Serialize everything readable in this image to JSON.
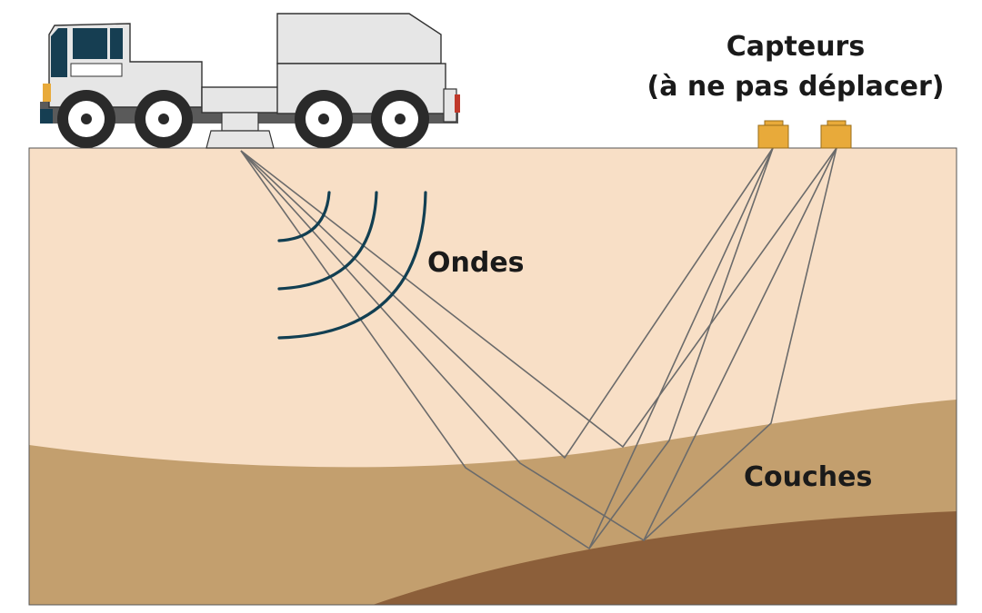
{
  "labels": {
    "sensors_line1": "Capteurs",
    "sensors_line2": "(à ne pas déplacer)",
    "waves": "Ondes",
    "layers": "Couches"
  },
  "colors": {
    "layer_top": "#f8dfc6",
    "layer_middle": "#c39f6e",
    "layer_bottom": "#8c5f3a",
    "wave_arcs": "#123f52",
    "ray_lines": "#6b6b6b",
    "sensor": "#e8aa3a",
    "truck_body": "#e6e6e6",
    "truck_window": "#163e52",
    "tire": "#2a2a2a"
  },
  "icons": [
    "vibroseis-truck-icon",
    "sensor-icon",
    "sensor-icon"
  ]
}
